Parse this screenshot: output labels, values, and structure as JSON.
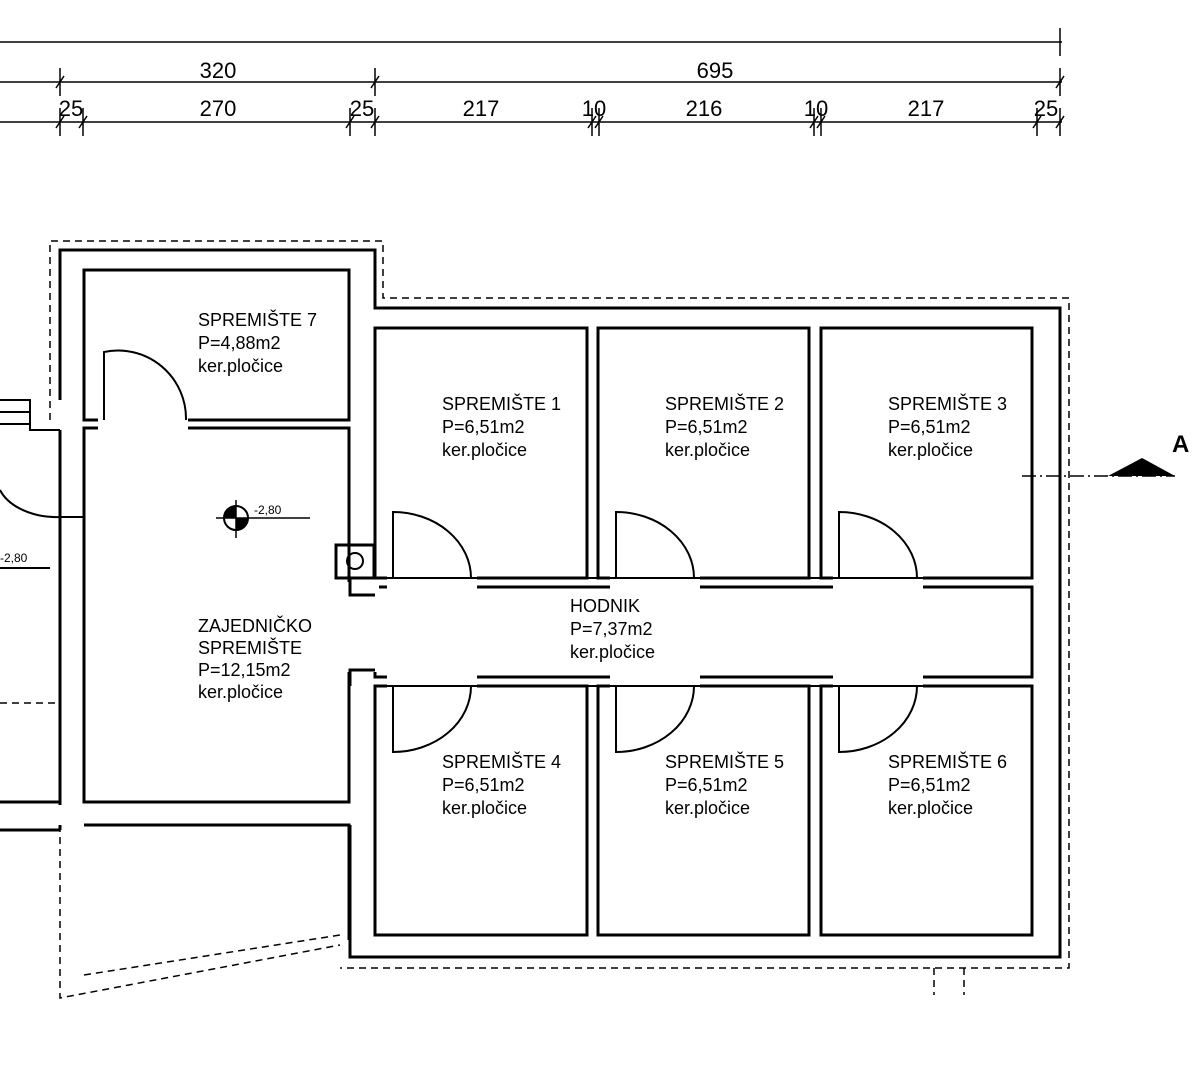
{
  "dimensions": {
    "overall_row": [
      "320",
      "695"
    ],
    "detail_row": [
      "25",
      "270",
      "25",
      "217",
      "10",
      "216",
      "10",
      "217",
      "25"
    ]
  },
  "rooms": [
    {
      "name": "SPREMIŠTE 7",
      "area": "P=4,88m2",
      "floor": "ker.pločice"
    },
    {
      "name": "SPREMIŠTE 1",
      "area": "P=6,51m2",
      "floor": "ker.pločice"
    },
    {
      "name": "SPREMIŠTE 2",
      "area": "P=6,51m2",
      "floor": "ker.pločice"
    },
    {
      "name": "SPREMIŠTE 3",
      "area": "P=6,51m2",
      "floor": "ker.pločice"
    },
    {
      "name": "HODNIK",
      "area": "P=7,37m2",
      "floor": "ker.pločice"
    },
    {
      "name": "SPREMIŠTE 4",
      "area": "P=6,51m2",
      "floor": "ker.pločice"
    },
    {
      "name": "SPREMIŠTE 5",
      "area": "P=6,51m2",
      "floor": "ker.pločice"
    },
    {
      "name": "SPREMIŠTE 6",
      "area": "P=6,51m2",
      "floor": "ker.pločice"
    }
  ],
  "common_room": {
    "name_line1": "ZAJEDNIČKO",
    "name_line2": "SPREMIŠTE",
    "area": "P=12,15m2",
    "floor": "ker.pločice"
  },
  "level_marks": [
    "-2,80",
    "-2,80"
  ],
  "section_marker": "A"
}
